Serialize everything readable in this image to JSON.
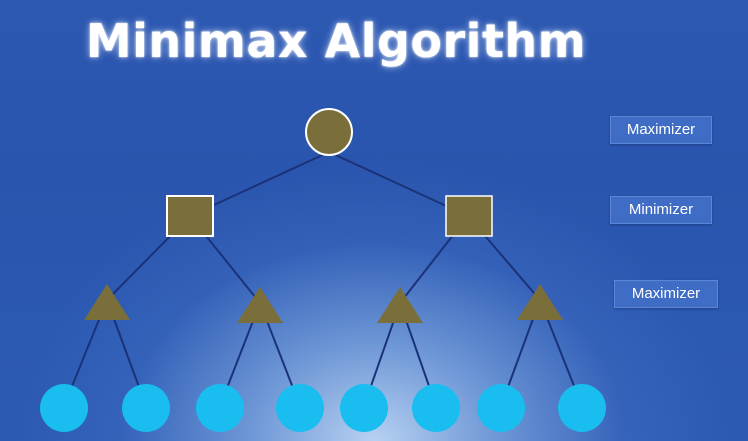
{
  "title": "Minimax Algorithm",
  "levels": [
    {
      "label": "Maximizer",
      "shape": "circle"
    },
    {
      "label": "Minimizer",
      "shape": "square"
    },
    {
      "label": "Maximizer",
      "shape": "triangle"
    },
    {
      "label": "",
      "shape": "leaf-circle"
    }
  ],
  "colors": {
    "background": "#2c58b2",
    "node_fill": "#7a6e3a",
    "node_outline": "#ffffff",
    "edge": "#1a3278",
    "leaf_fill": "#19bdf0",
    "label_box": "#3f6cc4",
    "title_text": "#ffffff"
  }
}
